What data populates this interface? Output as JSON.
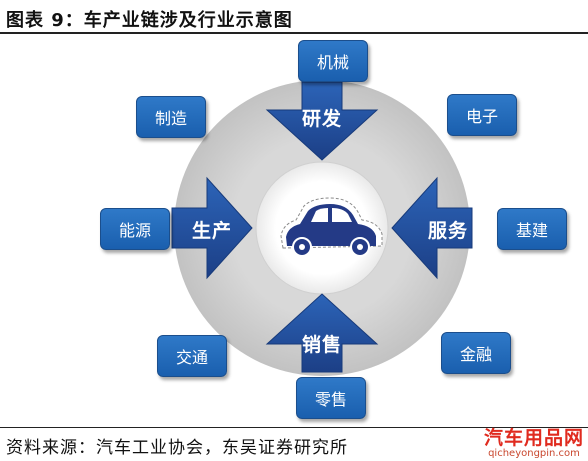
{
  "title": "图表 9：车产业链涉及行业示意图",
  "stages": {
    "top": "研发",
    "left": "生产",
    "right": "服务",
    "bottom": "销售"
  },
  "boxes": {
    "jixie": "机械",
    "dianzi": "电子",
    "zhizao": "制造",
    "nengyuan": "能源",
    "jijian": "基建",
    "jiaotong": "交通",
    "jinrong": "金融",
    "lingshou": "零售"
  },
  "source": "资料来源：汽车工业协会，东吴证券研究所",
  "watermark": {
    "main": "汽车用品网",
    "url": "qicheyongpin.com"
  },
  "colors": {
    "box": "#2466b6",
    "arrow": "#1f4f99",
    "ring": "#cfcfcf",
    "car": "#243a86"
  }
}
